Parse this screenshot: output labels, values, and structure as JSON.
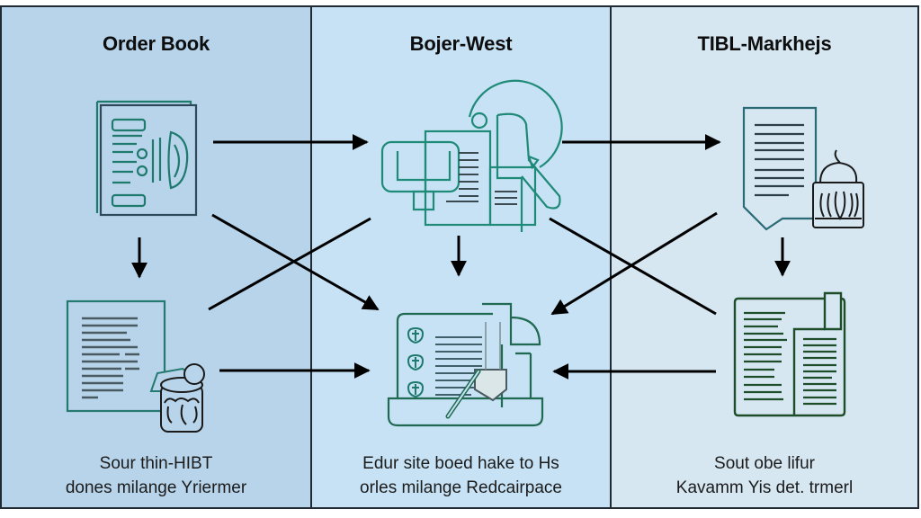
{
  "diagram": {
    "columns": [
      {
        "id": "order-book",
        "title": "Order Book",
        "background": "#b8d4ea",
        "caption": [
          "Sour thin-HIBT",
          "dones milange Yriermer"
        ],
        "top_icon": "document-with-chart-icon",
        "bottom_icon": "document-with-jar-icon"
      },
      {
        "id": "bojer-west",
        "title": "Bojer-West",
        "background": "#c6e2f4",
        "caption": [
          "Edur site boed hake to Hs",
          "orles milange Redcairpace"
        ],
        "top_icon": "device-with-documents-icon",
        "bottom_icon": "laptop-with-checklist-icon"
      },
      {
        "id": "tibl-markhejs",
        "title": "TIBL-Markhejs",
        "background": "#d6e7f2",
        "caption": [
          "Sout obe lifur",
          "Kavamm Yis det. trmerl"
        ],
        "top_icon": "document-with-jar-icon",
        "bottom_icon": "split-document-icon"
      }
    ],
    "edges": [
      {
        "from": "order-book-top",
        "to": "bojer-west-top",
        "direction": "right"
      },
      {
        "from": "bojer-west-top",
        "to": "tibl-markhejs-top",
        "direction": "right"
      },
      {
        "from": "order-book-top",
        "to": "order-book-bottom",
        "direction": "down"
      },
      {
        "from": "bojer-west-top",
        "to": "bojer-west-bottom",
        "direction": "down"
      },
      {
        "from": "tibl-markhejs-top",
        "to": "tibl-markhejs-bottom",
        "direction": "down"
      },
      {
        "from": "order-book-top",
        "to": "bojer-west-bottom",
        "direction": "diagonal-down-right"
      },
      {
        "from": "order-book-bottom",
        "to": "bojer-west-top",
        "direction": "diagonal-up-right",
        "arrowhead": false
      },
      {
        "from": "tibl-markhejs-top",
        "to": "bojer-west-bottom",
        "direction": "diagonal-down-left"
      },
      {
        "from": "bojer-west-top",
        "to": "tibl-markhejs-bottom",
        "direction": "diagonal-down-right",
        "arrowhead": false
      },
      {
        "from": "order-book-bottom",
        "to": "bojer-west-bottom",
        "direction": "right"
      },
      {
        "from": "tibl-markhejs-bottom",
        "to": "bojer-west-bottom",
        "direction": "left"
      }
    ],
    "colors": {
      "icon_stroke": "#1f7a6e",
      "icon_dark": "#2c3e48",
      "arrow": "#000000",
      "border": "#1f2a33"
    }
  }
}
